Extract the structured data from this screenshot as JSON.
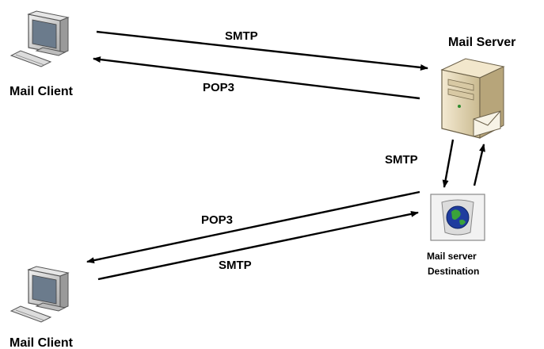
{
  "nodes": {
    "client_top": {
      "label": "Mail Client",
      "icon": "desktop-computer-icon"
    },
    "server": {
      "label": "Mail Server",
      "icon": "server-tower-icon"
    },
    "destination": {
      "label_line1": "Mail server",
      "label_line2": "Destination",
      "icon": "globe-document-icon"
    },
    "client_bottom": {
      "label": "Mail Client",
      "icon": "desktop-computer-icon"
    }
  },
  "edges": {
    "client_top_to_server": {
      "label": "SMTP"
    },
    "server_to_client_top": {
      "label": "POP3"
    },
    "server_to_destination": {
      "label": "SMTP"
    },
    "destination_to_client_bottom": {
      "label": "POP3"
    },
    "client_bottom_to_destination": {
      "label": "SMTP"
    }
  },
  "colors": {
    "computer_body": "#d4d4d4",
    "computer_screen": "#6b7b8c",
    "server_body": "#e8dcc0",
    "globe_ocean": "#1f3c9e",
    "globe_land": "#3aa23a"
  }
}
